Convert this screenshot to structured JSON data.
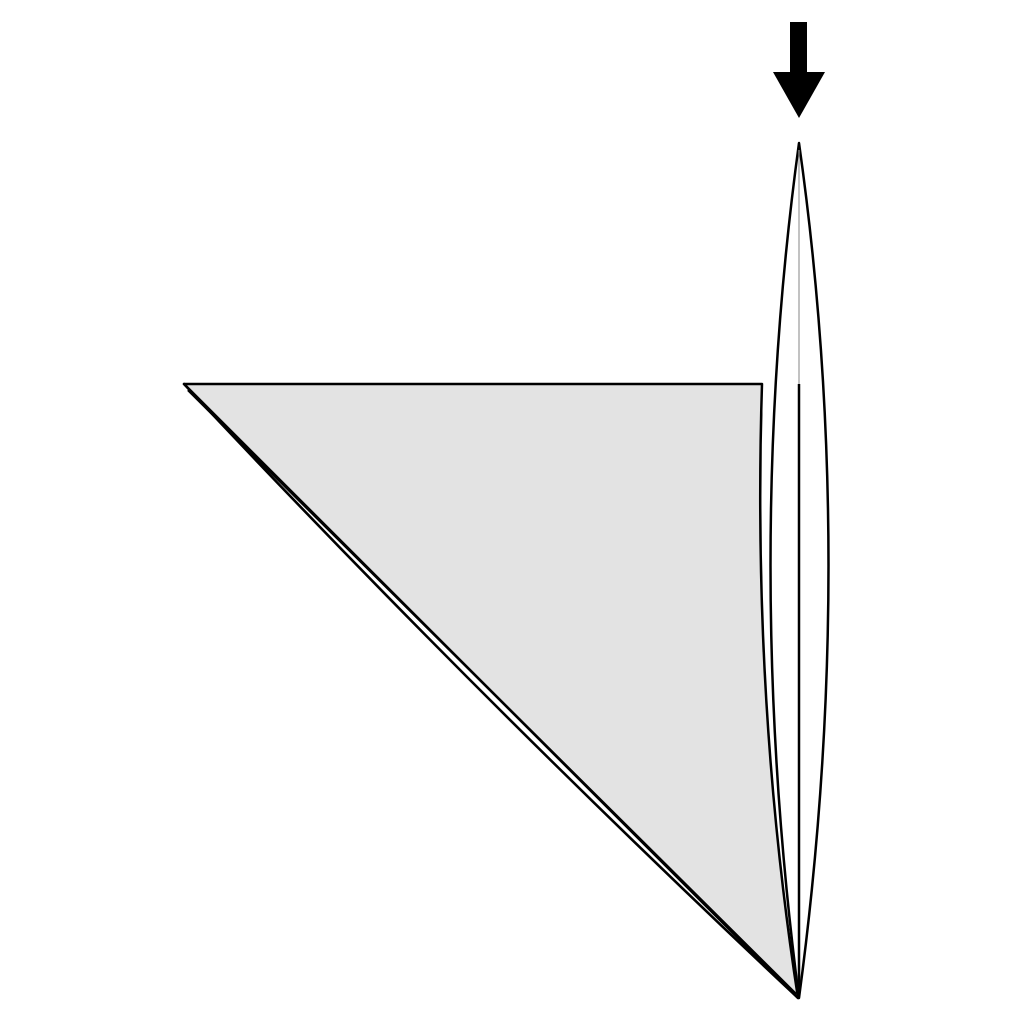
{
  "diagram": {
    "type": "origami-fold-step",
    "background": "#ffffff",
    "colors": {
      "outline": "#000000",
      "shaded_face": "#e3e3e3",
      "white_face": "#ffffff",
      "fold_line": "#9a9a9a",
      "arrow": "#000000"
    },
    "elements": [
      {
        "name": "shaded-triangle-face",
        "kind": "paper-flat-face"
      },
      {
        "name": "triangle-edge-layer",
        "kind": "paper-layer-edge"
      },
      {
        "name": "vertical-flap",
        "kind": "paper-flap-edge-on"
      },
      {
        "name": "flap-center-crease",
        "kind": "crease-line"
      },
      {
        "name": "push-down-arrow-icon",
        "kind": "direction-arrow",
        "direction": "down"
      }
    ]
  }
}
